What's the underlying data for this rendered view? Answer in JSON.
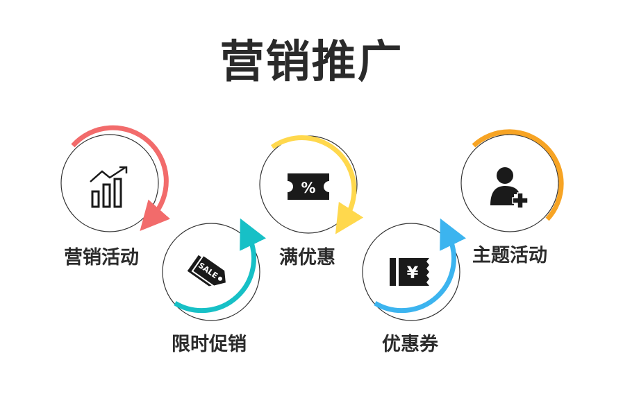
{
  "title": "营销推广",
  "steps": [
    {
      "label": "营销活动",
      "icon": "bar-chart-trend-icon",
      "color": "#f26b6b"
    },
    {
      "label": "限时促销",
      "icon": "sale-tag-icon",
      "color": "#17c0c6"
    },
    {
      "label": "满优惠",
      "icon": "percent-ticket-icon",
      "color": "#ffd84d"
    },
    {
      "label": "优惠券",
      "icon": "yen-coupon-icon",
      "color": "#3cb4ef"
    },
    {
      "label": "主题活动",
      "icon": "user-add-icon",
      "color": "#f7a424"
    }
  ],
  "icon_text": {
    "sale": "SALE",
    "percent": "%",
    "yen": "¥"
  }
}
